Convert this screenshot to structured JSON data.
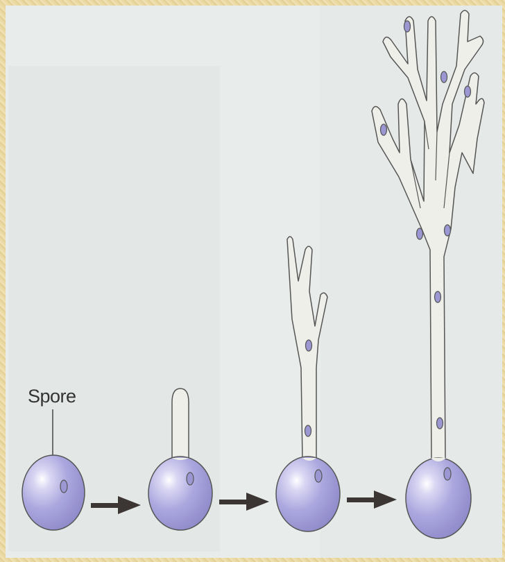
{
  "labels": {
    "spore": "Spore"
  },
  "colors": {
    "spore_fill": "#a8a4dc",
    "nucleus_fill": "#9b97d3",
    "hypha_fill": "#eeefe9",
    "outline": "#555555",
    "arrow": "#3b3633",
    "background": "#e8ecea",
    "frame": "#e9d9a6"
  },
  "stages": [
    {
      "id": "spore",
      "description_icon": "spore-icon"
    },
    {
      "id": "germ-tube",
      "description_icon": "germ-tube-icon"
    },
    {
      "id": "branching-hypha",
      "description_icon": "branching-hypha-icon"
    },
    {
      "id": "mycelium",
      "description_icon": "mycelium-icon"
    }
  ]
}
